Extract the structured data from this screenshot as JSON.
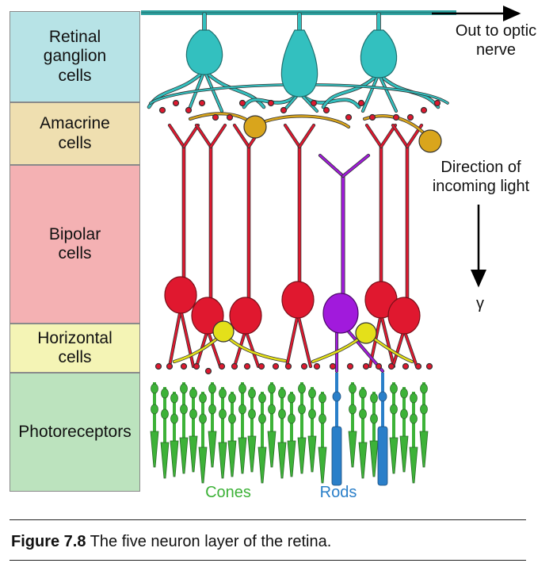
{
  "layers": [
    {
      "label": "Retinal\nganglion\ncells",
      "color": "#b7e3e6"
    },
    {
      "label": "Amacrine\ncells",
      "color": "#efdfb0"
    },
    {
      "label": "Bipolar\ncells",
      "color": "#f4b1b3"
    },
    {
      "label": "Horizontal\ncells",
      "color": "#f4f4b5"
    },
    {
      "label": "Photoreceptors",
      "color": "#bce3be"
    }
  ],
  "annotations": {
    "optic_nerve": "Out to optic\nnerve",
    "light_direction": "Direction of\nincoming light",
    "light_symbol": "γ",
    "cones": "Cones",
    "rods": "Rods"
  },
  "caption": {
    "figure_number": "Figure 7.8",
    "text": " The five neuron layer of the retina."
  },
  "colors": {
    "ganglion": "#33c0bf",
    "amacrine": "#d9a51c",
    "bipolar": "#e0182f",
    "horizontal": "#e4e01a",
    "rod_bipolar": "#a11adc",
    "cones": "#3db238",
    "rods": "#2a7fc9",
    "cones_label": "#3db238",
    "rods_label": "#2a7fc9"
  }
}
